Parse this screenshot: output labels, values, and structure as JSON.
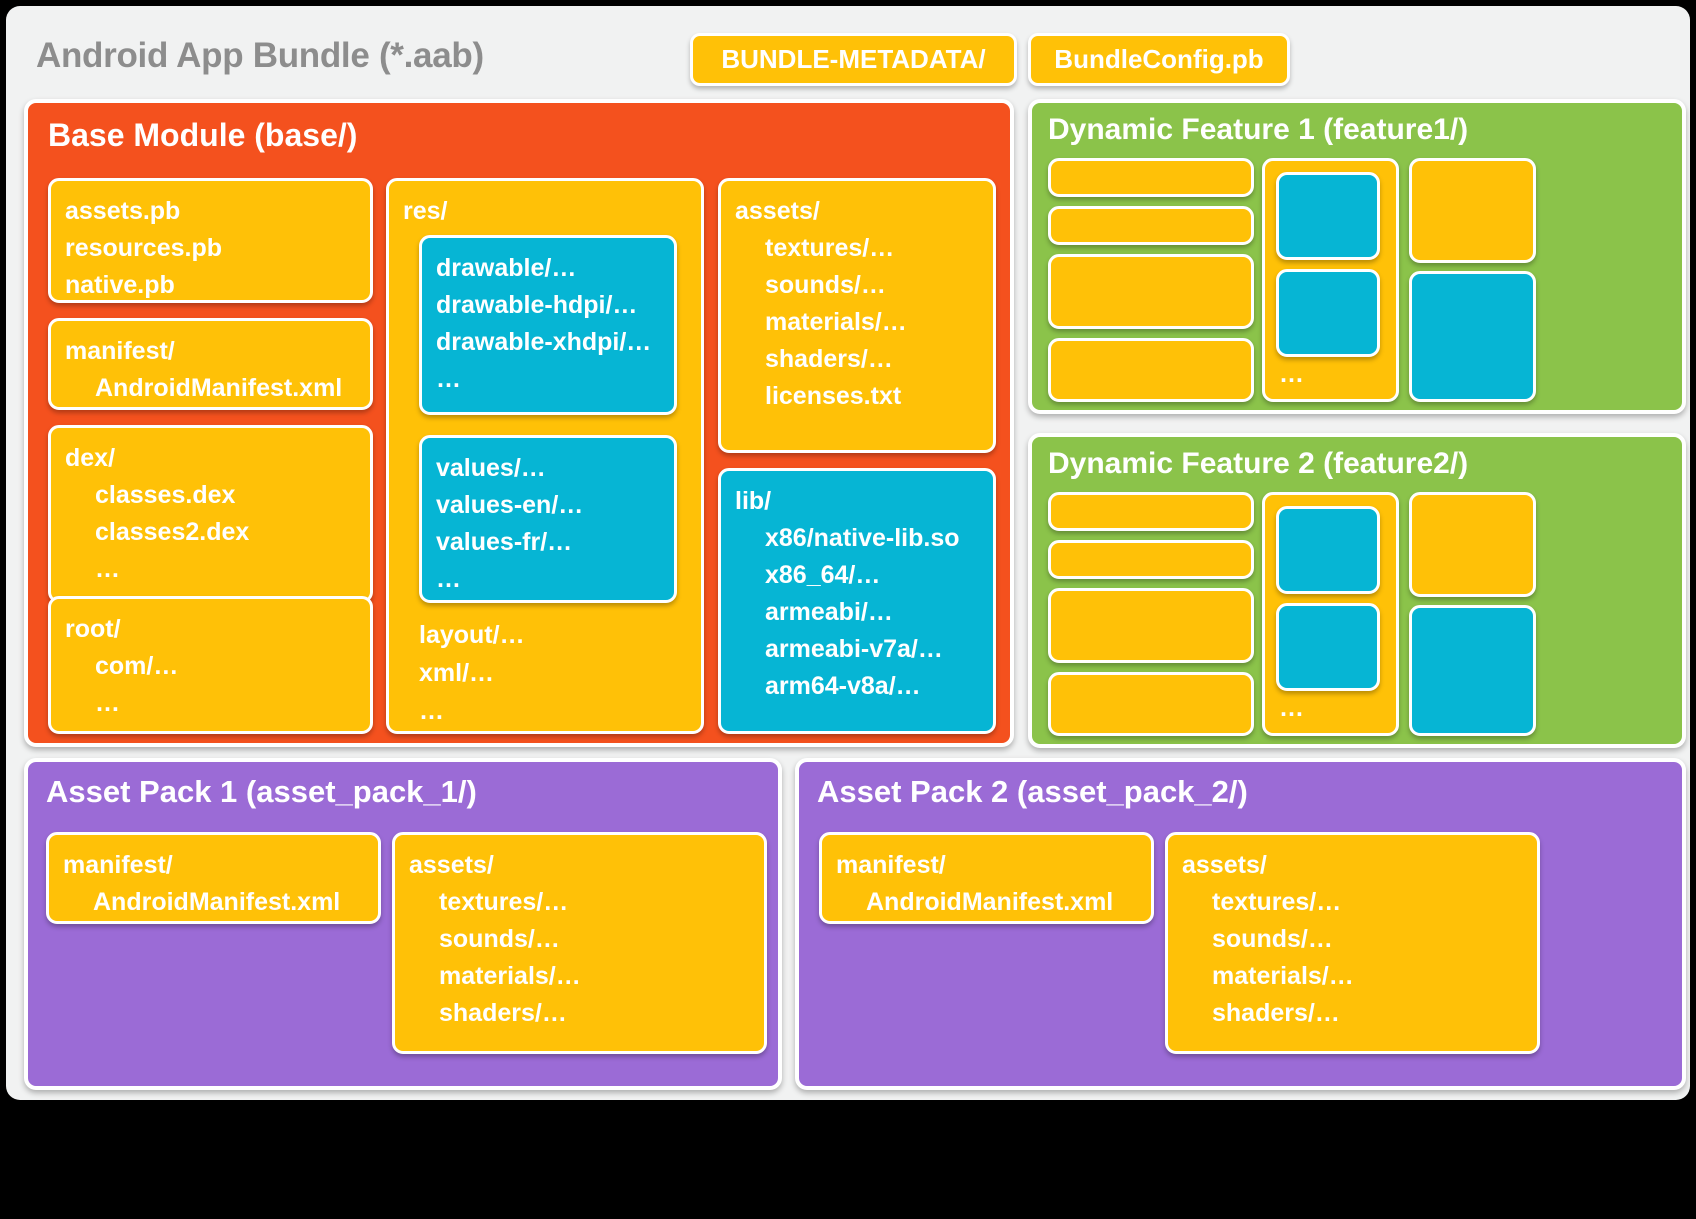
{
  "bundle": {
    "title": "Android App Bundle (*.aab)",
    "metadata_chip": "BUNDLE-METADATA/",
    "config_chip": "BundleConfig.pb"
  },
  "colors": {
    "page_background": "#000000",
    "card_background": "#F1F2F2",
    "base_module": "#F4511E",
    "dynamic_feature": "#8BC34A",
    "asset_pack": "#9B6BD6",
    "file_box": "#FFC107",
    "split_box": "#06B5D4",
    "title_text": "#8D8D8D",
    "box_text": "#FFFFFF"
  },
  "base_module": {
    "title": "Base Module (base/)",
    "boxes": {
      "pb": {
        "l1": "assets.pb",
        "l2": "resources.pb",
        "l3": "native.pb"
      },
      "manifest": {
        "l1": "manifest/",
        "l2": "AndroidManifest.xml"
      },
      "dex": {
        "l1": "dex/",
        "l2": "classes.dex",
        "l3": "classes2.dex",
        "l4": "…"
      },
      "root": {
        "l1": "root/",
        "l2": "com/…",
        "l3": "…"
      },
      "res": {
        "label": "res/"
      },
      "drawable": {
        "l1": "drawable/…",
        "l2": "drawable-hdpi/…",
        "l3": "drawable-xhdpi/…",
        "l4": "…"
      },
      "values": {
        "l1": "values/…",
        "l2": "values-en/…",
        "l3": "values-fr/…",
        "l4": "…"
      },
      "res_tail": {
        "l1": "layout/…",
        "l2": "xml/…",
        "l3": "…"
      },
      "assets": {
        "l1": "assets/",
        "l2": "textures/…",
        "l3": "sounds/…",
        "l4": "materials/…",
        "l5": "shaders/…",
        "l6": "licenses.txt"
      },
      "lib": {
        "l1": "lib/",
        "l2": "x86/native-lib.so",
        "l3": "x86_64/…",
        "l4": "armeabi/…",
        "l5": "armeabi-v7a/…",
        "l6": "arm64-v8a/…"
      }
    }
  },
  "dynamic_features": [
    {
      "title": "Dynamic Feature 1 (feature1/)",
      "dots": "…"
    },
    {
      "title": "Dynamic Feature 2 (feature2/)",
      "dots": "…"
    }
  ],
  "asset_packs": [
    {
      "title": "Asset Pack 1 (asset_pack_1/)",
      "manifest": {
        "l1": "manifest/",
        "l2": "AndroidManifest.xml"
      },
      "assets": {
        "l1": "assets/",
        "l2": "textures/…",
        "l3": "sounds/…",
        "l4": "materials/…",
        "l5": "shaders/…"
      }
    },
    {
      "title": "Asset Pack 2 (asset_pack_2/)",
      "manifest": {
        "l1": "manifest/",
        "l2": "AndroidManifest.xml"
      },
      "assets": {
        "l1": "assets/",
        "l2": "textures/…",
        "l3": "sounds/…",
        "l4": "materials/…",
        "l5": "shaders/…"
      }
    }
  ]
}
